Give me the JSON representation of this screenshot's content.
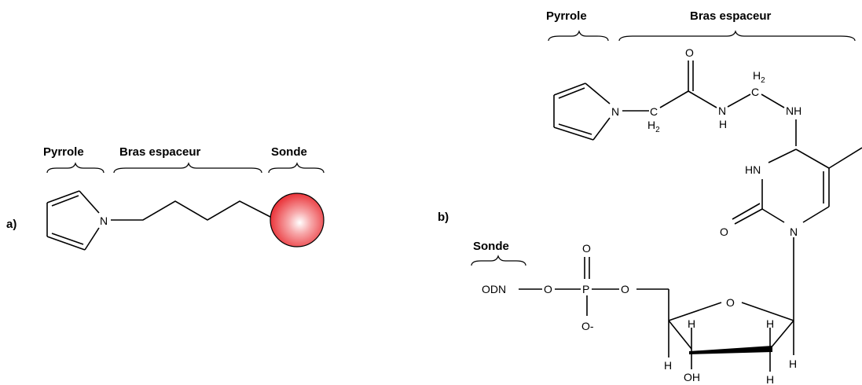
{
  "panel_a": {
    "marker": "a)",
    "labels": {
      "pyrrole": "Pyrrole",
      "spacer": "Bras espaceur",
      "probe": "Sonde"
    },
    "atoms": {
      "n": "N"
    },
    "probe_color": "#e8242a"
  },
  "panel_b": {
    "marker": "b)",
    "labels": {
      "pyrrole": "Pyrrole",
      "spacer": "Bras espaceur",
      "probe": "Sonde"
    },
    "atoms": {
      "pyrrole_n": "N",
      "c1": "C",
      "h2_1": "H",
      "h2_1_sub": "2",
      "o_amide": "O",
      "n_amide": "N",
      "h_amide": "H",
      "c2": "C",
      "h2_2": "H",
      "h2_2_sub": "2",
      "nh": "NH",
      "hn_ring": "HN",
      "o_ring": "O",
      "n_ring": "N",
      "o_sugar": "O",
      "odn": "ODN",
      "o_p1": "O",
      "p": "P",
      "o_p2": "O",
      "o_top": "O",
      "o_minus": "O-",
      "h_sugar1": "H",
      "h_sugar2": "H",
      "h_sugar3": "H",
      "h_sugar4": "H",
      "h_sugar5": "H",
      "oh": "OH"
    }
  }
}
